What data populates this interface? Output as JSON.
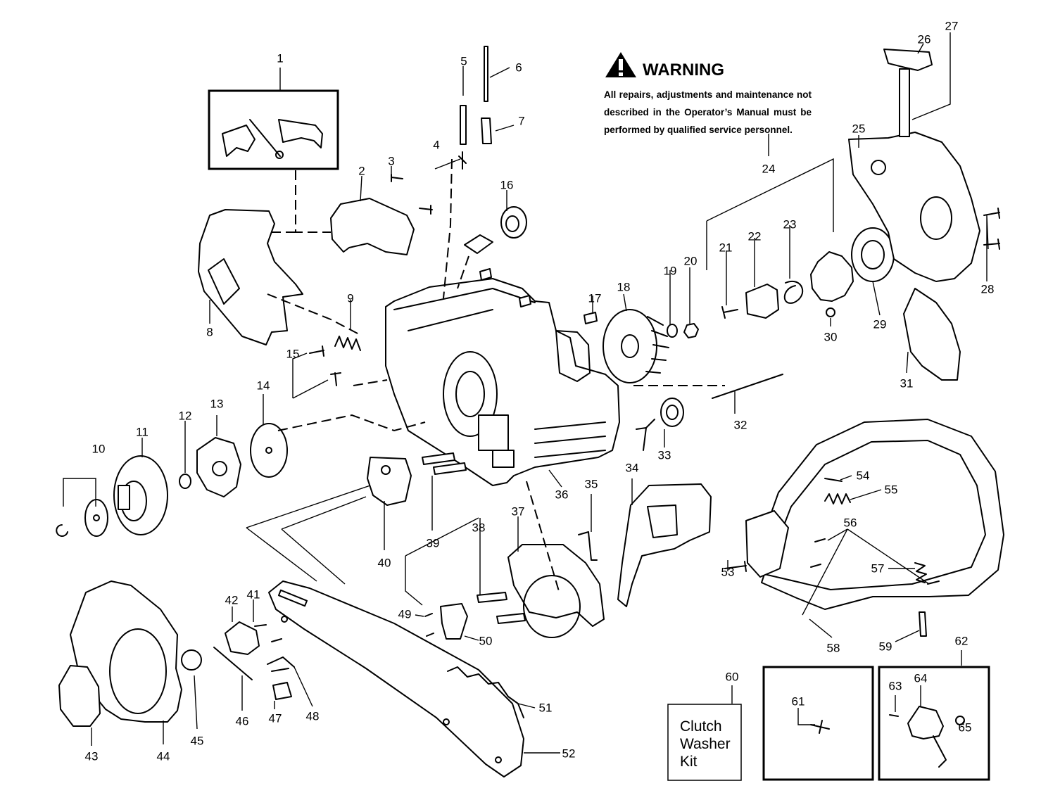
{
  "warning": {
    "title": "WARNING",
    "body": "All repairs, adjustments and maintenance not described in the Operator’s Manual must be performed by qualified  service personnel."
  },
  "kit_label_lines": [
    "Clutch",
    "Washer",
    "Kit"
  ],
  "callouts": [
    "1",
    "2",
    "3",
    "4",
    "5",
    "6",
    "7",
    "8",
    "9",
    "10",
    "11",
    "12",
    "13",
    "14",
    "15",
    "16",
    "17",
    "18",
    "19",
    "20",
    "21",
    "22",
    "23",
    "24",
    "25",
    "26",
    "27",
    "28",
    "29",
    "30",
    "31",
    "32",
    "33",
    "34",
    "35",
    "36",
    "37",
    "38",
    "39",
    "40",
    "41",
    "42",
    "43",
    "44",
    "45",
    "46",
    "47",
    "48",
    "49",
    "50",
    "51",
    "52",
    "53",
    "54",
    "55",
    "56",
    "57",
    "58",
    "59",
    "60",
    "61",
    "62",
    "63",
    "64",
    "65"
  ]
}
